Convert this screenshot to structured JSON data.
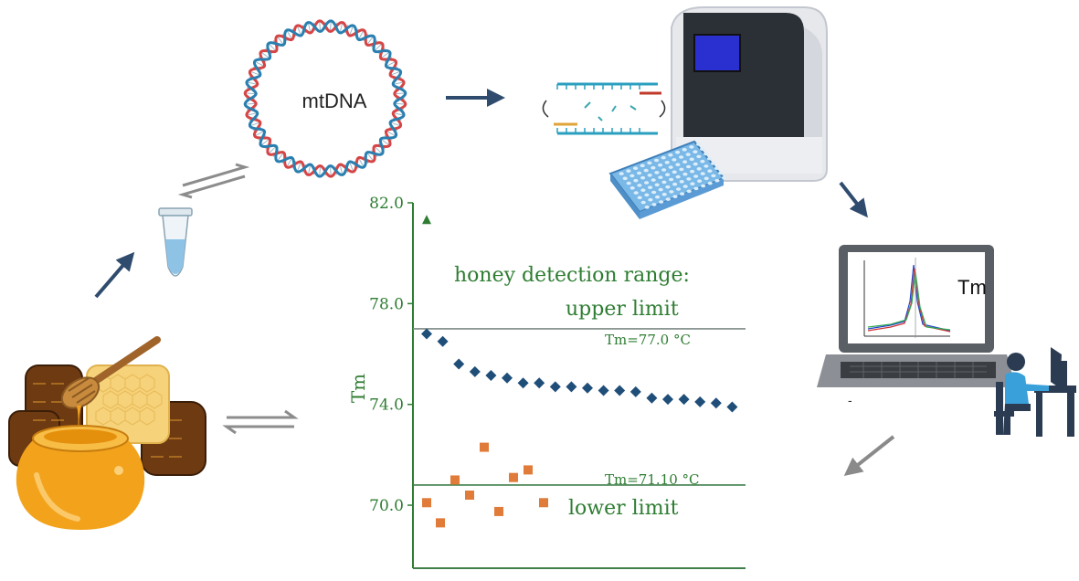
{
  "colors": {
    "chart_green": "#2e7d32",
    "tm_line": "#3f7f4a",
    "blue_points": "#1f4e79",
    "orange_points": "#e07b39",
    "arrow": "#2f4b6e",
    "dna_red": "#d64545",
    "dna_blue": "#2a7fb0"
  },
  "icons": [
    "honey-jar-icon",
    "microtube-icon",
    "dna-ring-icon",
    "qpcr-machine-icon",
    "well-plate-icon",
    "laptop-icon",
    "person-at-desk-icon",
    "triangle-marker-icon"
  ],
  "labels": {
    "mtdna": "mtDNA",
    "tm_screen": "Tm",
    "dash": "-"
  },
  "chart_data": {
    "type": "scatter",
    "ylabel": "Tm",
    "ylim": [
      67.5,
      82.0
    ],
    "yticks": [
      "70.0",
      "74.0",
      "78.0",
      "82.0"
    ],
    "annotations": {
      "range_title": "honey detection range:",
      "upper_limit": "upper limit",
      "lower_limit": "lower limit",
      "upper_tm": "Tm=77.0 °C",
      "lower_tm": "Tm=71.10 °C"
    },
    "thresholds": {
      "upper": 77.0,
      "lower": 70.8
    },
    "series": [
      {
        "marker": "diamond",
        "color": "#1f4e79",
        "points": [
          [
            1,
            76.8
          ],
          [
            2,
            76.5
          ],
          [
            3,
            75.6
          ],
          [
            4,
            75.3
          ],
          [
            5,
            75.15
          ],
          [
            6,
            75.05
          ],
          [
            7,
            74.85
          ],
          [
            8,
            74.85
          ],
          [
            9,
            74.7
          ],
          [
            10,
            74.7
          ],
          [
            11,
            74.65
          ],
          [
            12,
            74.55
          ],
          [
            13,
            74.55
          ],
          [
            14,
            74.5
          ],
          [
            15,
            74.25
          ],
          [
            16,
            74.2
          ],
          [
            17,
            74.2
          ],
          [
            18,
            74.1
          ],
          [
            19,
            74.05
          ],
          [
            20,
            73.9
          ]
        ]
      },
      {
        "marker": "square",
        "color": "#e07b39",
        "points": [
          [
            1,
            70.1
          ],
          [
            2,
            69.3
          ],
          [
            3,
            71.0
          ],
          [
            4,
            70.4
          ],
          [
            5,
            72.3
          ],
          [
            6,
            69.75
          ],
          [
            7,
            71.1
          ],
          [
            8,
            71.4
          ],
          [
            9,
            70.1
          ]
        ]
      },
      {
        "marker": "triangle",
        "color": "#2e7d32",
        "points": [
          [
            1,
            81.3
          ]
        ]
      }
    ]
  }
}
